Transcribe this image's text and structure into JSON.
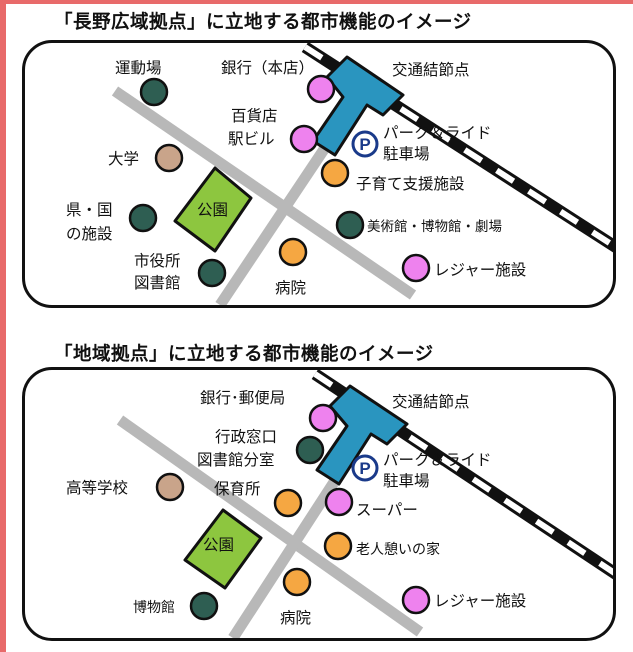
{
  "colors": {
    "frame": "#e86a6a",
    "station": "#2a95bf",
    "park": "#8dc63f",
    "pink_node": "#ee82ee",
    "orange_node": "#f5a742",
    "dark_node": "#2e5e52",
    "tan_node": "#c9a48a",
    "road": "#b8b8b8"
  },
  "wide_area": {
    "title": "「長野広域拠点」に立地する都市機能のイメージ",
    "labels": {
      "undouba": "運動場",
      "ginkou": "銀行（本店）",
      "kotsu": "交通結節点",
      "hyakkaten": "百貨店",
      "ekibiru": "駅ビル",
      "park_ride": "パーク＆ライド",
      "chushajo": "駐車場",
      "daigaku": "大学",
      "kosodate": "子育て支援施設",
      "ken_kuni": "県・国",
      "no_shisetsu": "の施設",
      "koen": "公園",
      "bijutsukan": "美術館・博物館・劇場",
      "shiyakusho": "市役所",
      "toshokan": "図書館",
      "byoin": "病院",
      "leisure": "レジャー施設"
    }
  },
  "local_area": {
    "title": "「地域拠点」に立地する都市機能のイメージ",
    "labels": {
      "ginkou": "銀行･郵便局",
      "kotsu": "交通結節点",
      "gyosei": "行政窓口",
      "toshokan_bunshitsu": "図書館分室",
      "park_ride": "パーク＆ライド",
      "chushajo": "駐車場",
      "koto": "高等学校",
      "hoikusho": "保育所",
      "super": "スーパー",
      "koen": "公園",
      "rojin": "老人憩いの家",
      "hakubutsukan": "博物館",
      "byoin": "病院",
      "leisure": "レジャー施設"
    }
  },
  "icons": {
    "parking": "P"
  }
}
